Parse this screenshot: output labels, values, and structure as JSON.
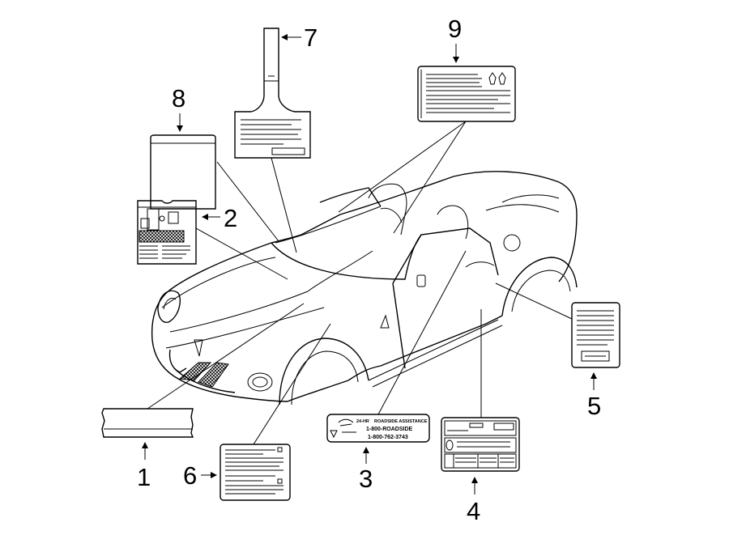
{
  "callouts": [
    {
      "id": 1,
      "label": "1"
    },
    {
      "id": 2,
      "label": "2"
    },
    {
      "id": 3,
      "label": "3"
    },
    {
      "id": 4,
      "label": "4"
    },
    {
      "id": 5,
      "label": "5"
    },
    {
      "id": 6,
      "label": "6"
    },
    {
      "id": 7,
      "label": "7"
    },
    {
      "id": 8,
      "label": "8"
    },
    {
      "id": 9,
      "label": "9"
    }
  ],
  "roadside_label": {
    "line1": "24-HR",
    "line1b": "ROADSIDE ASSISTANCE",
    "line2": "1-800-ROADSIDE",
    "line3": "1-800-762-3743"
  }
}
